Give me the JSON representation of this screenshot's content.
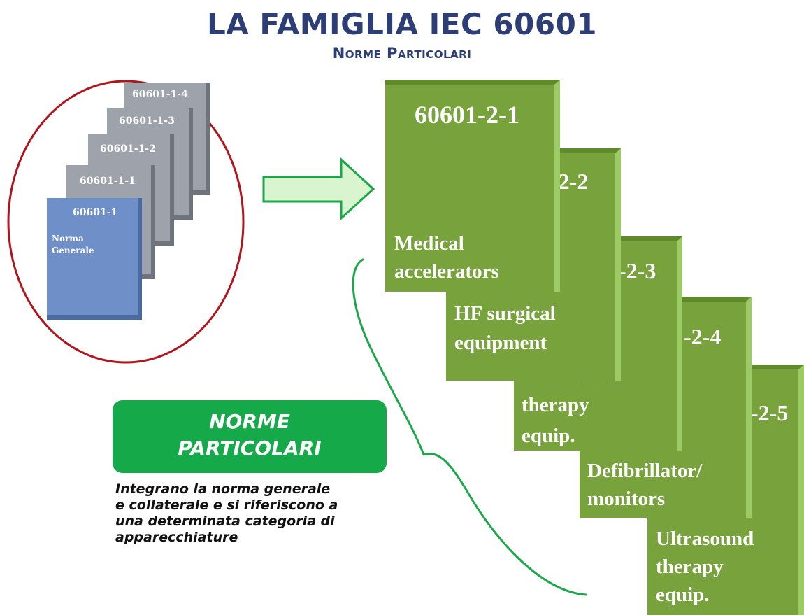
{
  "header": {
    "title": "LA FAMIGLIA IEC 60601",
    "subtitle": "Norme Particolari"
  },
  "general_stack": {
    "blocks": [
      {
        "label": "60601-1-4"
      },
      {
        "label": "60601-1-3"
      },
      {
        "label": "60601-1-2"
      },
      {
        "label": "60601-1-1"
      },
      {
        "label": "60601-1",
        "sub_line1": "Norma",
        "sub_line2": "Generale"
      }
    ]
  },
  "particular_stack": {
    "blocks": [
      {
        "num": "60601-2-1",
        "desc_line1": "Medical",
        "desc_line2": "accelerators",
        "desc_line3": ""
      },
      {
        "num": "-2-2",
        "desc_line1": "HF surgical",
        "desc_line2": "equipment",
        "desc_line3": ""
      },
      {
        "num": "-2-3",
        "desc_line1": "Short-wave",
        "desc_line2": "therapy",
        "desc_line3": "equip."
      },
      {
        "num": "-2-4",
        "desc_line1": "Defibrillator/",
        "desc_line2": "monitors",
        "desc_line3": ""
      },
      {
        "num": "-2-5",
        "desc_line1": "Ultrasound",
        "desc_line2": "therapy",
        "desc_line3": "equip."
      }
    ]
  },
  "callout": {
    "title_line1": "NORME",
    "title_line2": "PARTICOLARI",
    "text_lines": [
      "Integrano la norma generale",
      "e collaterale e si riferiscono a",
      "una determinata categoria di",
      "apparecchiature"
    ]
  },
  "colors": {
    "title": "#2c3e75",
    "gray_block": "#9ea2ab",
    "blue_block": "#6f8fc9",
    "green_block": "#77a23c",
    "callout_green": "#16a94a",
    "ellipse": "#b0151d",
    "arrow_fill": "#d9f5cf",
    "arrow_stroke": "#1ba74a",
    "brace": "#1ba74a"
  }
}
